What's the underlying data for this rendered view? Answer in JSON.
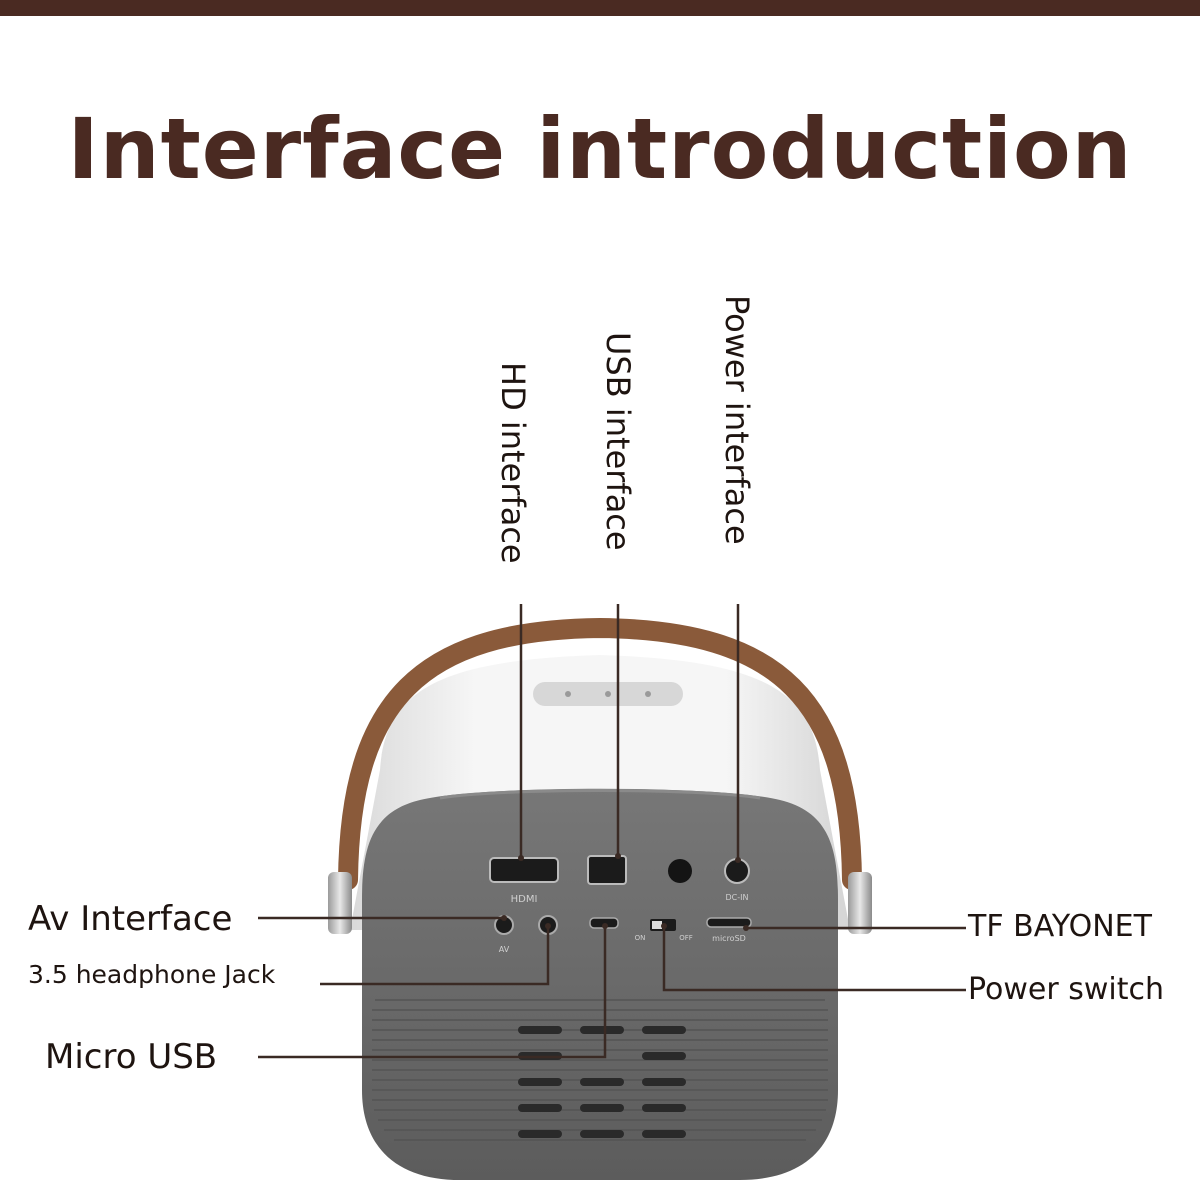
{
  "title": "Interface introduction",
  "callouts": {
    "hd": "HD interface",
    "usb": "USB interface",
    "power": "Power interface",
    "av": "Av Interface",
    "headphone": "3.5 headphone Jack",
    "micro_usb": "Micro USB",
    "tf": "TF BAYONET",
    "power_switch": "Power switch"
  },
  "port_markings": {
    "hdmi": "HDMI",
    "av": "AV",
    "dc": "DC-IN",
    "microsd": "microSD",
    "on": "ON",
    "off": "OFF"
  },
  "colors": {
    "brand_brown": "#4a2a22",
    "handle": "#8a5a3a",
    "body_gray": "#6b6b6b"
  }
}
